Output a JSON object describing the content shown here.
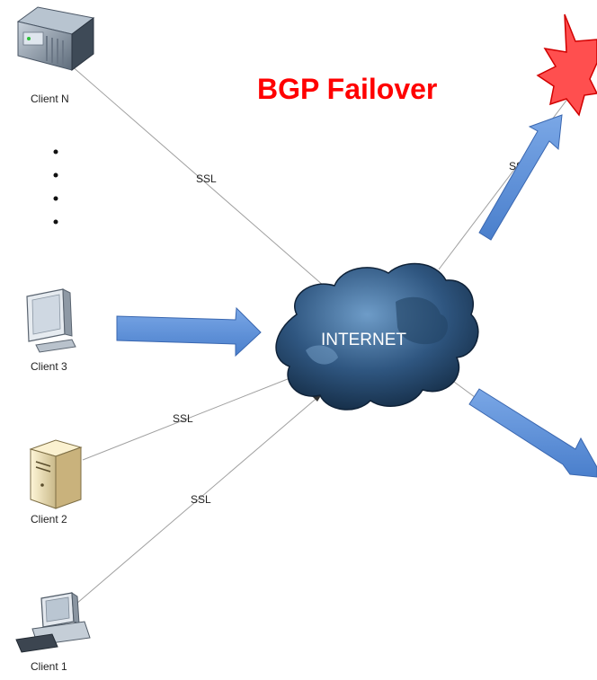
{
  "title": {
    "text": "BGP Failover",
    "color": "#ff0000"
  },
  "cloud": {
    "label": "INTERNET"
  },
  "clients": {
    "n": "Client N",
    "c3": "Client 3",
    "c2": "Client 2",
    "c1": "Client 1"
  },
  "links": {
    "clientN": "SSL",
    "client2": "SSL",
    "client1": "SSL",
    "upper_right": "SSL"
  },
  "ellipsis_count": 4,
  "colors": {
    "arrow_fill": "#5b8fd8",
    "arrow_stroke": "#3a67b0",
    "cloud_dark": "#1f3c5c",
    "cloud_light": "#5a86b3",
    "burst_fill": "#ff4a4a",
    "burst_stroke": "#d40000",
    "line": "#9a9a9a"
  },
  "icons": {
    "clientN": "rack-server-icon",
    "c3": "monitor-icon",
    "c2": "tower-server-icon",
    "c1": "desktop-computer-icon",
    "failure": "explosion-burst-icon"
  }
}
